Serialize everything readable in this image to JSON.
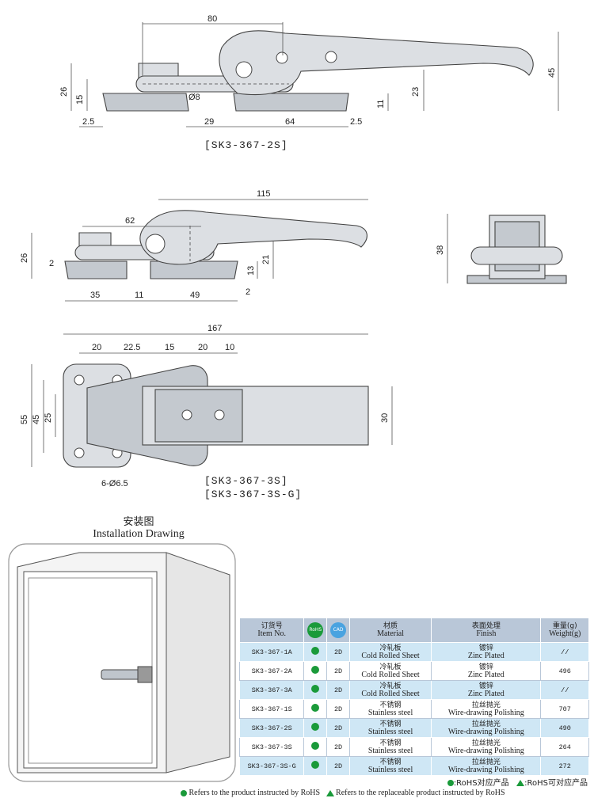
{
  "views": {
    "top": {
      "dims": {
        "d80": "80",
        "d26": "26",
        "d15": "15",
        "d8": "Ø8",
        "d23": "23",
        "d45": "45",
        "d11": "11",
        "d25a": "2.5",
        "d29": "29",
        "d64": "64",
        "d25b": "2.5"
      },
      "code": "[SK3-367-2S]"
    },
    "mid": {
      "dims": {
        "d115": "115",
        "d62": "62",
        "d26": "26",
        "d2a": "2",
        "d21": "21",
        "d13": "13",
        "d2b": "2",
        "d35": "35",
        "d11": "11",
        "d49": "49"
      }
    },
    "side": {
      "dims": {
        "d38": "38"
      }
    },
    "plan": {
      "dims": {
        "d167": "167",
        "d20a": "20",
        "d225": "22.5",
        "d15": "15",
        "d20b": "20",
        "d10": "10",
        "d55": "55",
        "d45": "45",
        "d25": "25",
        "d30": "30",
        "holes": "6-Ø6.5"
      },
      "code1": "[SK3-367-3S]",
      "code2": "[SK3-367-3S-G]"
    }
  },
  "install": {
    "title_cn": "安装图",
    "title_en": "Installation Drawing"
  },
  "table": {
    "headers": {
      "item_cn": "订货号",
      "item_en": "Item No.",
      "rohs": "RoHS",
      "cad": "CAD",
      "mat_cn": "材质",
      "mat_en": "Material",
      "fin_cn": "表面处理",
      "fin_en": "Finish",
      "w_cn": "重量(g)",
      "w_en": "Weight(g)"
    },
    "rows": [
      {
        "item": "SK3-367-1A",
        "cad": "2D",
        "mat_cn": "冷轧板",
        "mat_en": "Cold Rolled Sheet",
        "fin_cn": "镀锌",
        "fin_en": "Zinc Plated",
        "w": "//"
      },
      {
        "item": "SK3-367-2A",
        "cad": "2D",
        "mat_cn": "冷轧板",
        "mat_en": "Cold Rolled Sheet",
        "fin_cn": "镀锌",
        "fin_en": "Zinc Plated",
        "w": "496"
      },
      {
        "item": "SK3-367-3A",
        "cad": "2D",
        "mat_cn": "冷轧板",
        "mat_en": "Cold Rolled Sheet",
        "fin_cn": "镀锌",
        "fin_en": "Zinc Plated",
        "w": "//"
      },
      {
        "item": "SK3-367-1S",
        "cad": "2D",
        "mat_cn": "不锈钢",
        "mat_en": "Stainless steel",
        "fin_cn": "拉丝抛光",
        "fin_en": "Wire-drawing Polishing",
        "w": "707"
      },
      {
        "item": "SK3-367-2S",
        "cad": "2D",
        "mat_cn": "不锈钢",
        "mat_en": "Stainless steel",
        "fin_cn": "拉丝抛光",
        "fin_en": "Wire-drawing Polishing",
        "w": "490"
      },
      {
        "item": "SK3-367-3S",
        "cad": "2D",
        "mat_cn": "不锈钢",
        "mat_en": "Stainless steel",
        "fin_cn": "拉丝抛光",
        "fin_en": "Wire-drawing Polishing",
        "w": "264"
      },
      {
        "item": "SK3-367-3S-G",
        "cad": "2D",
        "mat_cn": "不锈钢",
        "mat_en": "Stainless steel",
        "fin_cn": "拉丝抛光",
        "fin_en": "Wire-drawing Polishing",
        "w": "272"
      }
    ]
  },
  "legend": {
    "line1_a": ":RoHS对应产品",
    "line1_b": ":RoHS可对应产品",
    "line2_a": "Refers to the product instructed by RoHS",
    "line2_b": "Refers to the replaceable product instructed by RoHS"
  },
  "colors": {
    "rohs_green": "#1a9a3a",
    "cad_blue": "#4aa3e0",
    "header_bg": "#b9c7d8",
    "row_alt": "#cfe7f5"
  }
}
